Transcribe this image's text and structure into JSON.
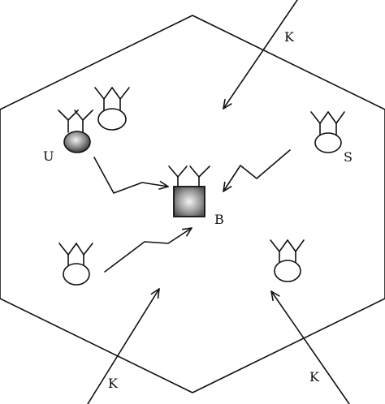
{
  "labels": {
    "base_station": "B",
    "user": "U",
    "source": "S",
    "k_top": "K",
    "k_bottom_left": "K",
    "k_bottom_right": "K"
  },
  "colors": {
    "line": "#111111",
    "user_fill": "#8a8a8a",
    "base_fill": "#8f8f8f",
    "terminal_fill": "#ffffff"
  },
  "icons": {
    "base_station": "square-base-station-icon",
    "terminal": "antenna-terminal-icon",
    "user": "shaded-user-terminal-icon"
  }
}
